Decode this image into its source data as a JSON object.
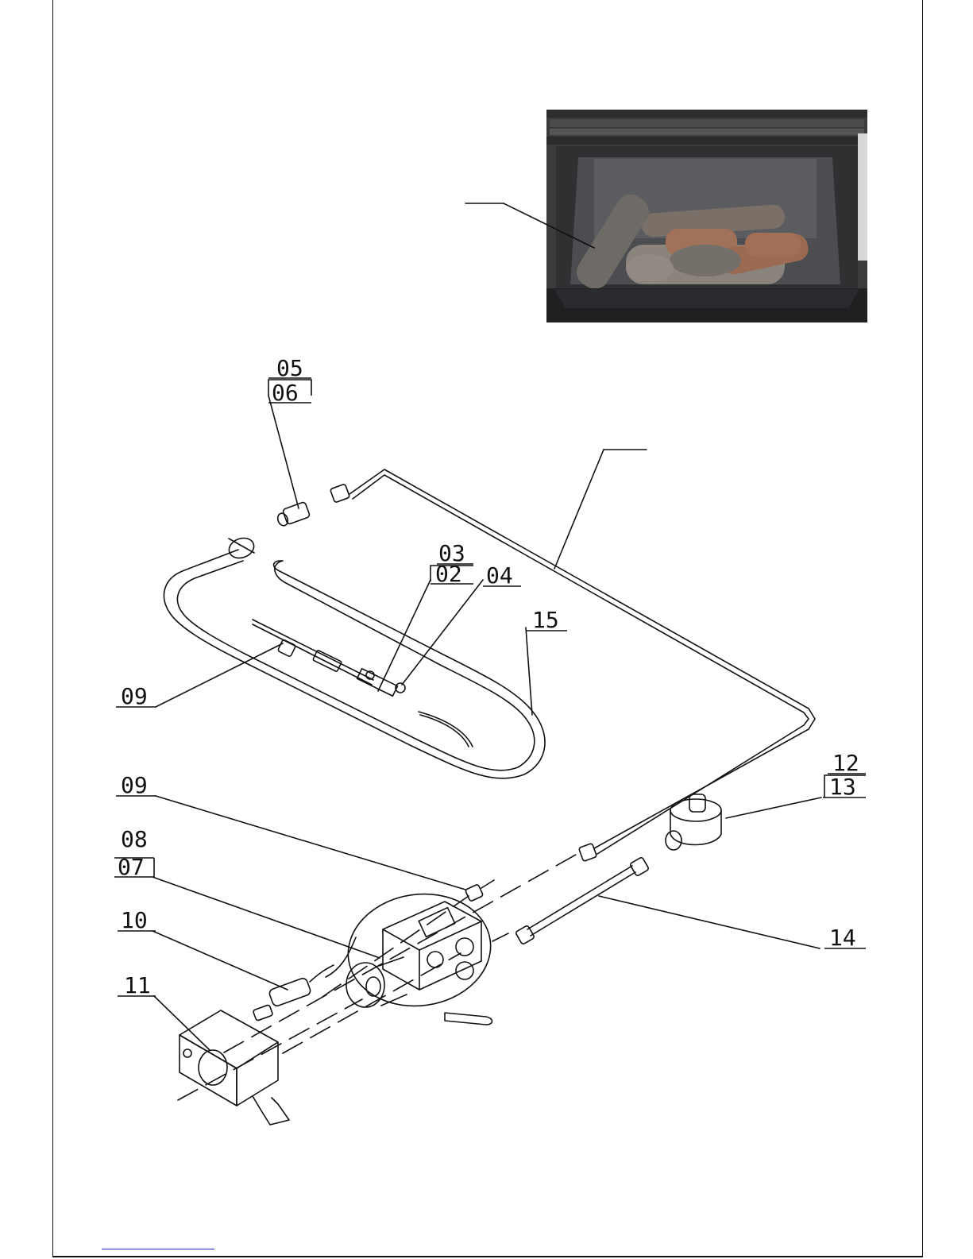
{
  "labels": {
    "l05": "05",
    "l06": "06",
    "l03": "03",
    "l02": "02",
    "l04": "04",
    "l15": "15",
    "l09a": "09",
    "l09b": "09",
    "l08": "08",
    "l07": "07",
    "l10": "10",
    "l11": "11",
    "l12": "12",
    "l13": "13",
    "l14": "14"
  },
  "colors": {
    "line": "#111111",
    "link": "#2b2bd9"
  }
}
